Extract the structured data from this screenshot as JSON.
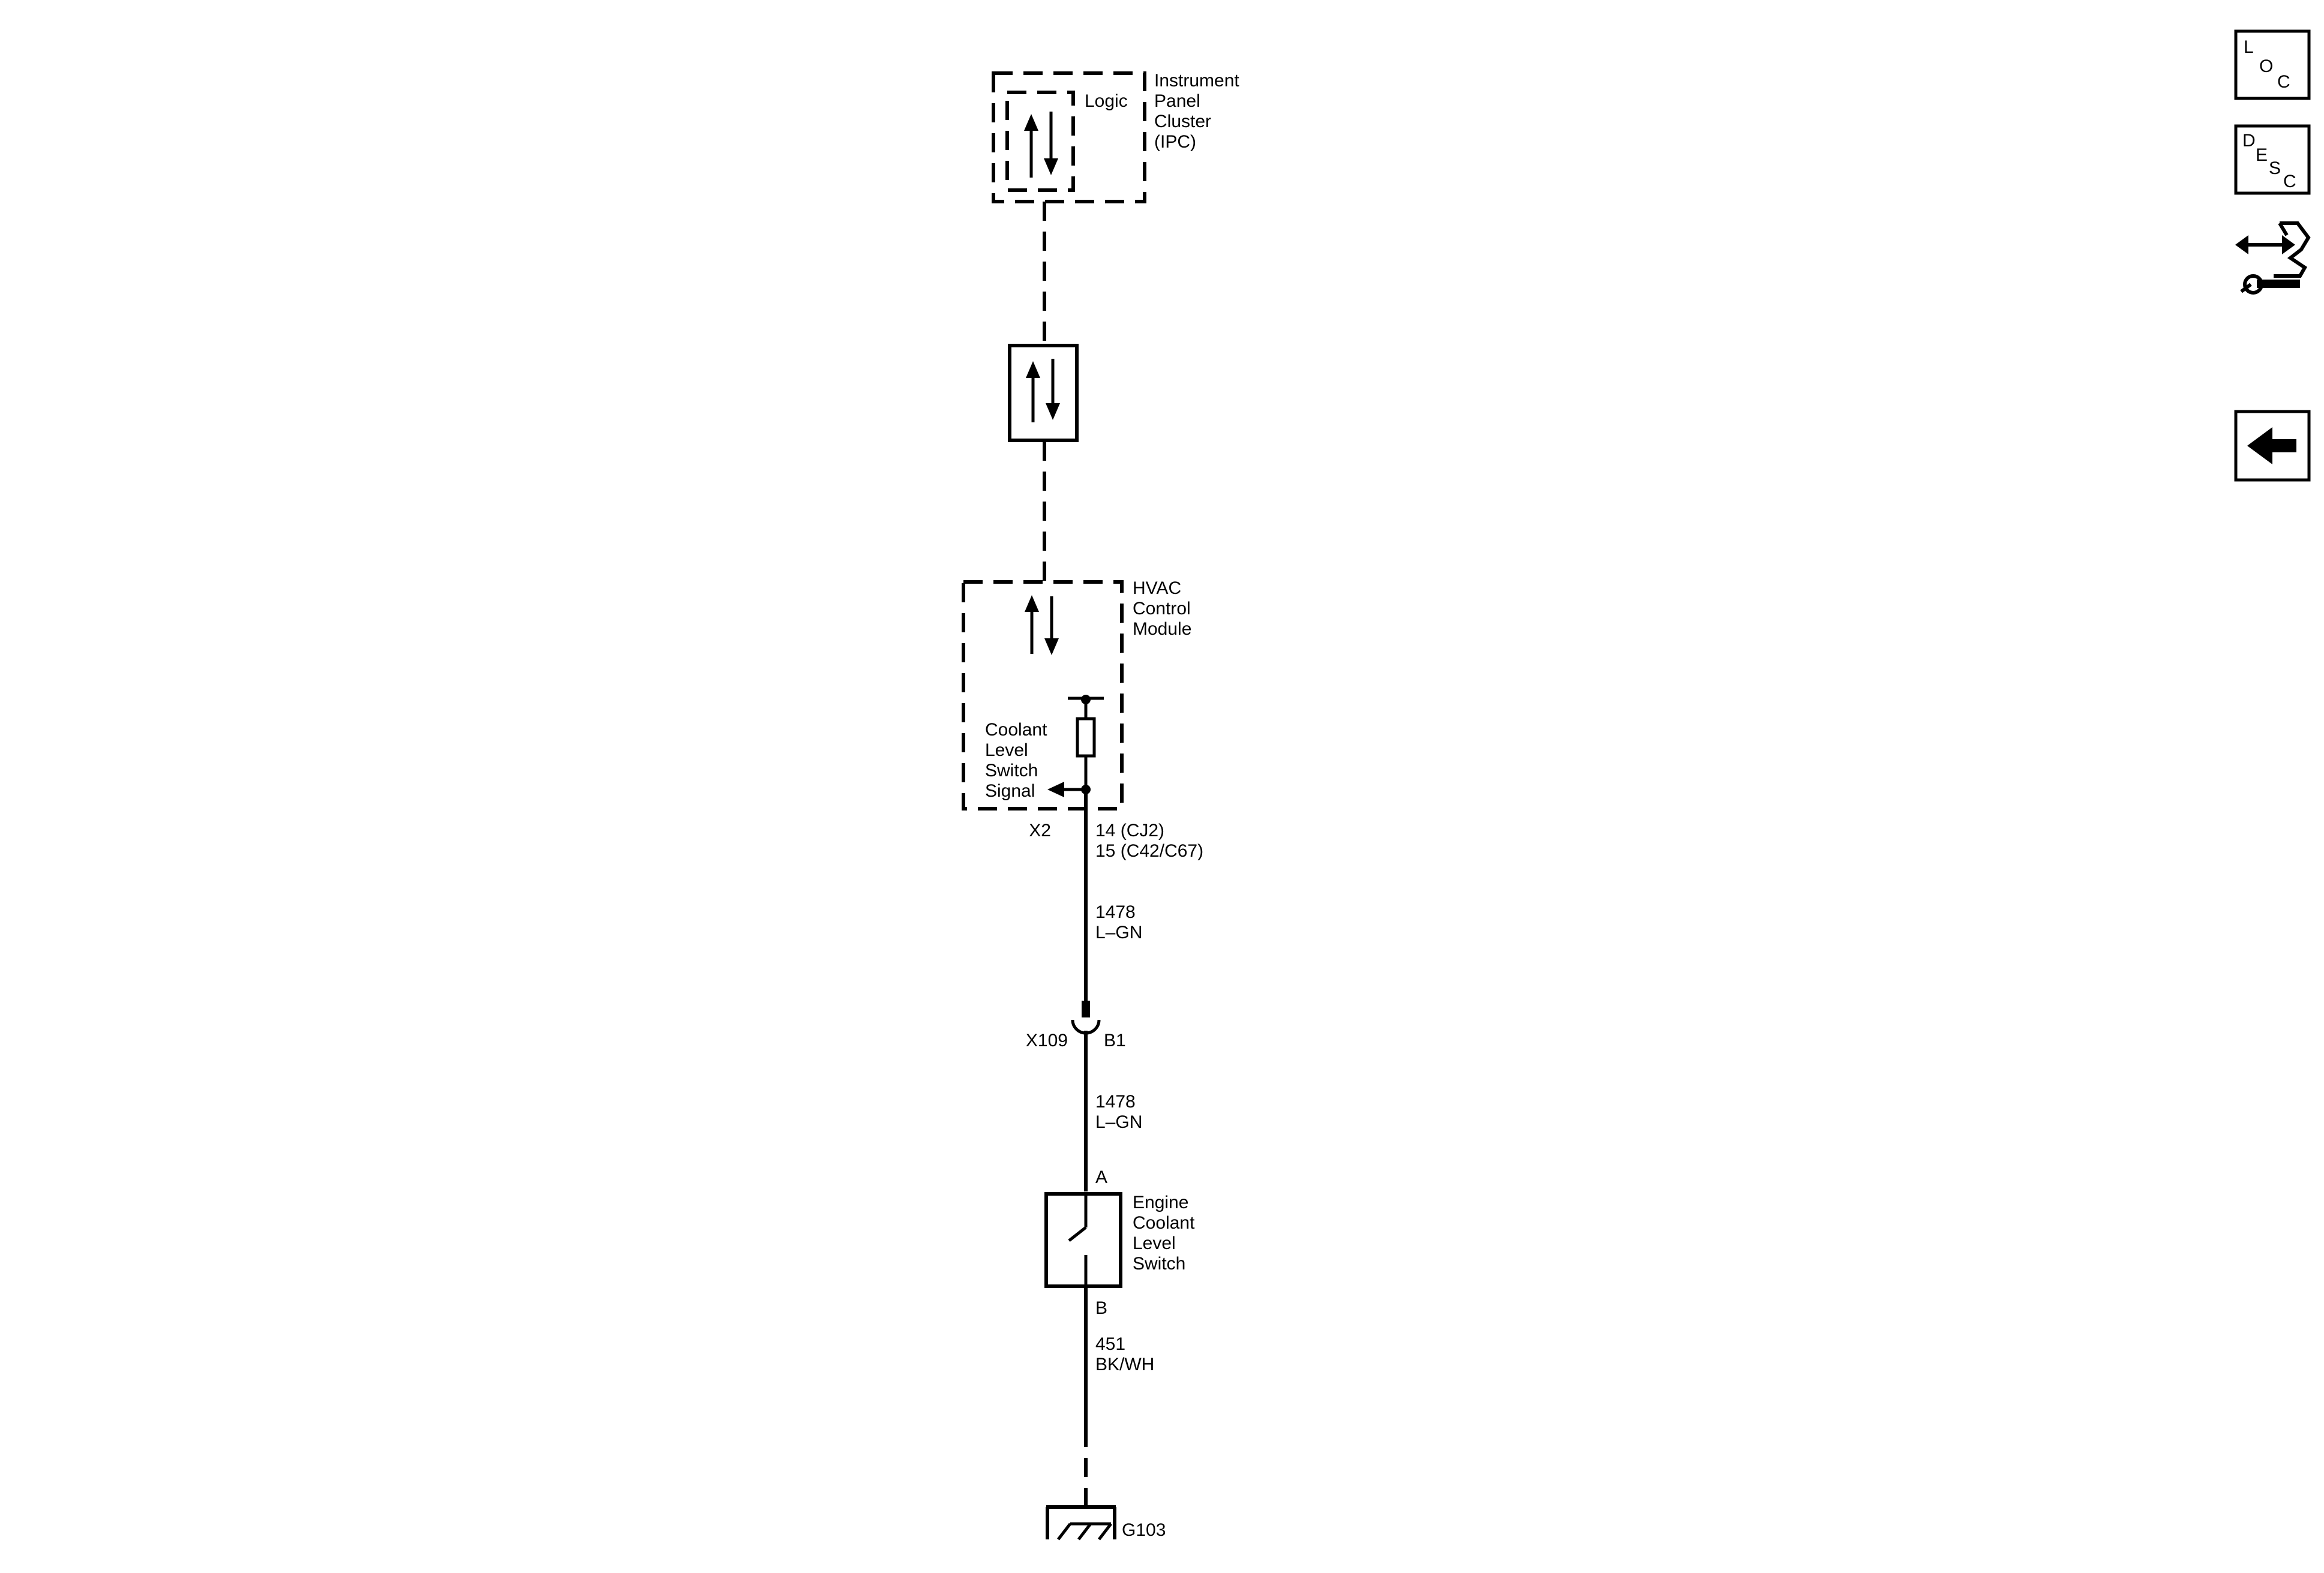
{
  "components": {
    "ipc": {
      "name": [
        "Instrument",
        "Panel",
        "Cluster",
        "(IPC)"
      ],
      "logic": "Logic"
    },
    "hvac": {
      "name": [
        "HVAC",
        "Control",
        "Module"
      ],
      "signal": [
        "Coolant",
        "Level",
        "Switch",
        "Signal"
      ]
    },
    "connector_x2": {
      "name": "X2",
      "pins": [
        "14 (CJ2)",
        "15 (C42/C67)"
      ]
    },
    "wire_1": {
      "circuit": "1478",
      "color": "L–GN"
    },
    "connector_x109": {
      "name": "X109",
      "pin": "B1"
    },
    "wire_2": {
      "circuit": "1478",
      "color": "L–GN"
    },
    "switch": {
      "name": [
        "Engine",
        "Coolant",
        "Level",
        "Switch"
      ],
      "pin_a": "A",
      "pin_b": "B"
    },
    "wire_3": {
      "circuit": "451",
      "color": "BK/WH"
    },
    "ground": {
      "name": "G103"
    }
  },
  "nav_buttons": {
    "loc": {
      "l": "L",
      "o": "O",
      "c": "C"
    },
    "desc": {
      "d": "D",
      "e": "E",
      "s": "S",
      "c": "C"
    },
    "connector_icon": "connector-wrench-icon",
    "back_icon": "back-arrow-icon"
  }
}
